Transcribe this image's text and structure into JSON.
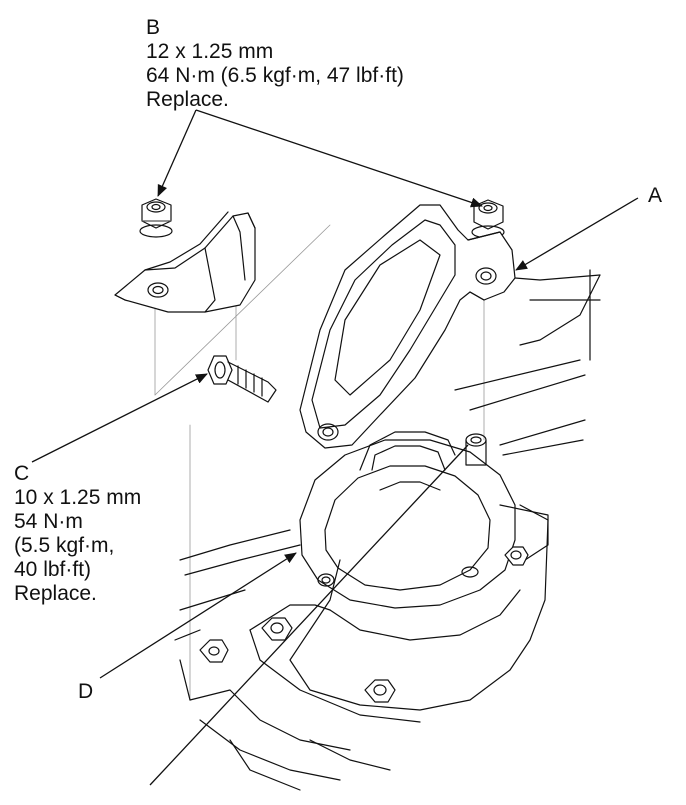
{
  "labels": {
    "B": {
      "letter": "B",
      "size": "12 x 1.25 mm",
      "torque": "64 N·m (6.5 kgf·m, 47 lbf·ft)",
      "note": "Replace."
    },
    "A": {
      "letter": "A"
    },
    "C": {
      "letter": "C",
      "size": "10 x 1.25 mm",
      "torque_nm": "54 N·m",
      "torque_kgf": "(5.5 kgf·m,",
      "torque_lbf": "40 lbf·ft)",
      "note": "Replace."
    },
    "D": {
      "letter": "D"
    }
  }
}
